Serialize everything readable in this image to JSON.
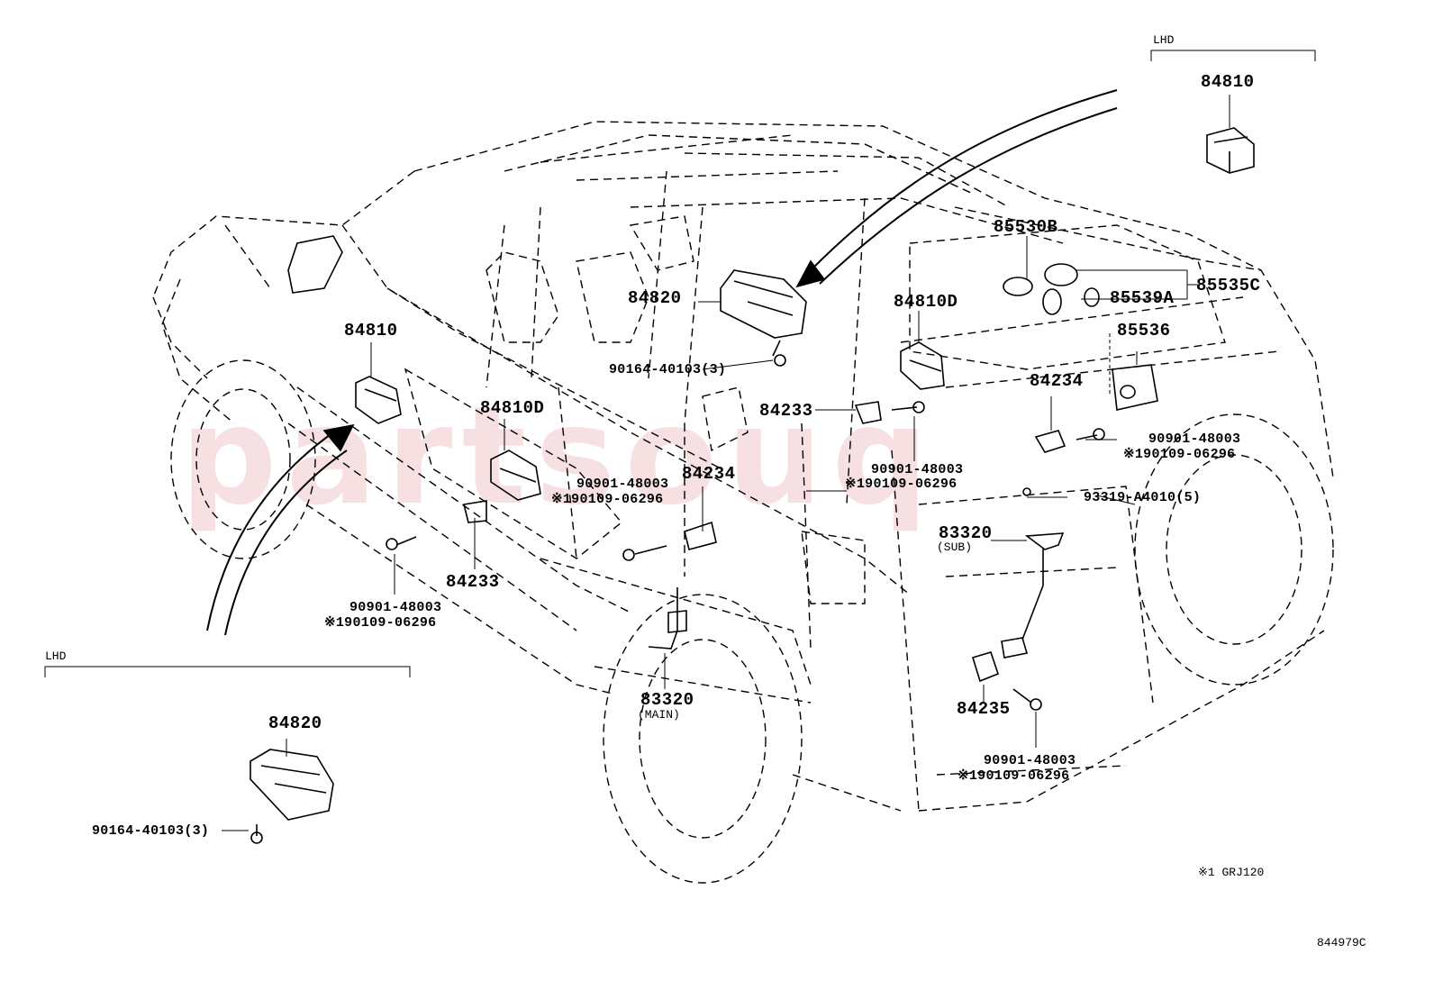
{
  "lhd_label": "LHD",
  "footnote": "※1 GRJ120",
  "diagram_id": "844979C",
  "watermark": "partsouq",
  "labels": {
    "p84810_top": "84810",
    "p85530B": "85530B",
    "p85535C": "85535C",
    "p85539A": "85539A",
    "p85536": "85536",
    "p84810D_right": "84810D",
    "p84820_center": "84820",
    "bolt_center": "90164-40103(3)",
    "p84810_left": "84810",
    "p84810D_left": "84810D",
    "p84233_center": "84233",
    "p84234_right": "84234",
    "bolt_right_a": "90901-48003",
    "bolt_right_b": "※190109-06296",
    "bolt_mid_a": "90901-48003",
    "bolt_mid_b": "※190109-06296",
    "p84234_center": "84234",
    "bolt_center2_a": "90901-48003",
    "bolt_center2_b": "※190109-06296",
    "screw_93319": "93319-A4010(5)",
    "p83320_sub": "83320",
    "sub_label": "(SUB)",
    "p84233_left": "84233",
    "bolt_left_a": "90901-48003",
    "bolt_left_b": "※190109-06296",
    "p83320_main": "83320",
    "main_label": "(MAIN)",
    "p84235": "84235",
    "bolt_rear_a": "90901-48003",
    "bolt_rear_b": "※190109-06296",
    "p84820_lhd": "84820",
    "bolt_lhd": "90164-40103(3)"
  }
}
